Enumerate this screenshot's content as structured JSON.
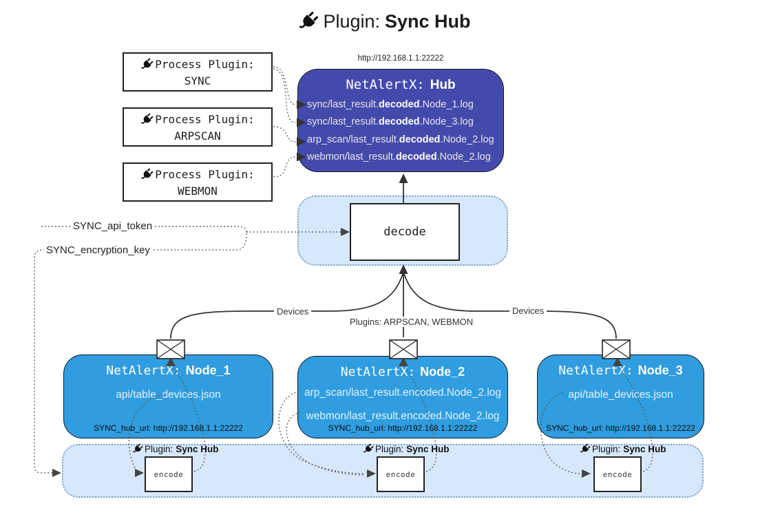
{
  "title": {
    "prefix": "Plugin:",
    "name": "Sync Hub"
  },
  "hub": {
    "url": "http://192.168.1.1:22222",
    "name_mono": "NetAlertX:",
    "name_bold": "Hub",
    "lines": [
      {
        "pre": "sync/last_result.",
        "bold": "decoded",
        "post": ".Node_1.log"
      },
      {
        "pre": "sync/last_result.",
        "bold": "decoded",
        "post": ".Node_3.log"
      },
      {
        "pre": "arp_scan/last_result.",
        "bold": "decoded",
        "post": ".Node_2.log"
      },
      {
        "pre": "webmon/last_result.",
        "bold": "decoded",
        "post": ".Node_2.log"
      }
    ]
  },
  "process_plugins": [
    {
      "label": "Process Plugin:",
      "name": "SYNC"
    },
    {
      "label": "Process Plugin:",
      "name": "ARPSCAN"
    },
    {
      "label": "Process Plugin:",
      "name": "WEBMON"
    }
  ],
  "decode": {
    "label": "decode"
  },
  "config": {
    "api_token": "SYNC_api_token",
    "encryption_key": "SYNC_encryption_key"
  },
  "edges": {
    "devices_left": "Devices",
    "plugins_center": "Plugins: ARPSCAN, WEBMON",
    "devices_right": "Devices"
  },
  "nodes": [
    {
      "name_mono": "NetAlertX:",
      "name_bold": "Node_1",
      "line1": "api/table_devices.json",
      "hub_url": "SYNC_hub_url: http://192.168.1.1:22222"
    },
    {
      "name_mono": "NetAlertX:",
      "name_bold": "Node_2",
      "line1": "arp_scan/last_result.encoded.Node_2.log",
      "line2": "webmon/last_result.encoded.Node_2.log",
      "hub_url": "SYNC_hub_url: http://192.168.1.1:22222"
    },
    {
      "name_mono": "NetAlertX:",
      "name_bold": "Node_3",
      "line1": "api/table_devices.json",
      "hub_url": "SYNC_hub_url: http://192.168.1.1:22222"
    }
  ],
  "encode_plugins": [
    {
      "prefix": "Plugin:",
      "name": "Sync Hub",
      "box": "encode"
    },
    {
      "prefix": "Plugin:",
      "name": "Sync Hub",
      "box": "encode"
    },
    {
      "prefix": "Plugin:",
      "name": "Sync Hub",
      "box": "encode"
    }
  ],
  "colors": {
    "hub_fill": "#444aac",
    "node_fill": "#2f9ddf",
    "container_fill": "#d7e8fa",
    "container_border": "#7ba2c8",
    "solid_line": "#333333",
    "dotted_line": "#666666"
  }
}
